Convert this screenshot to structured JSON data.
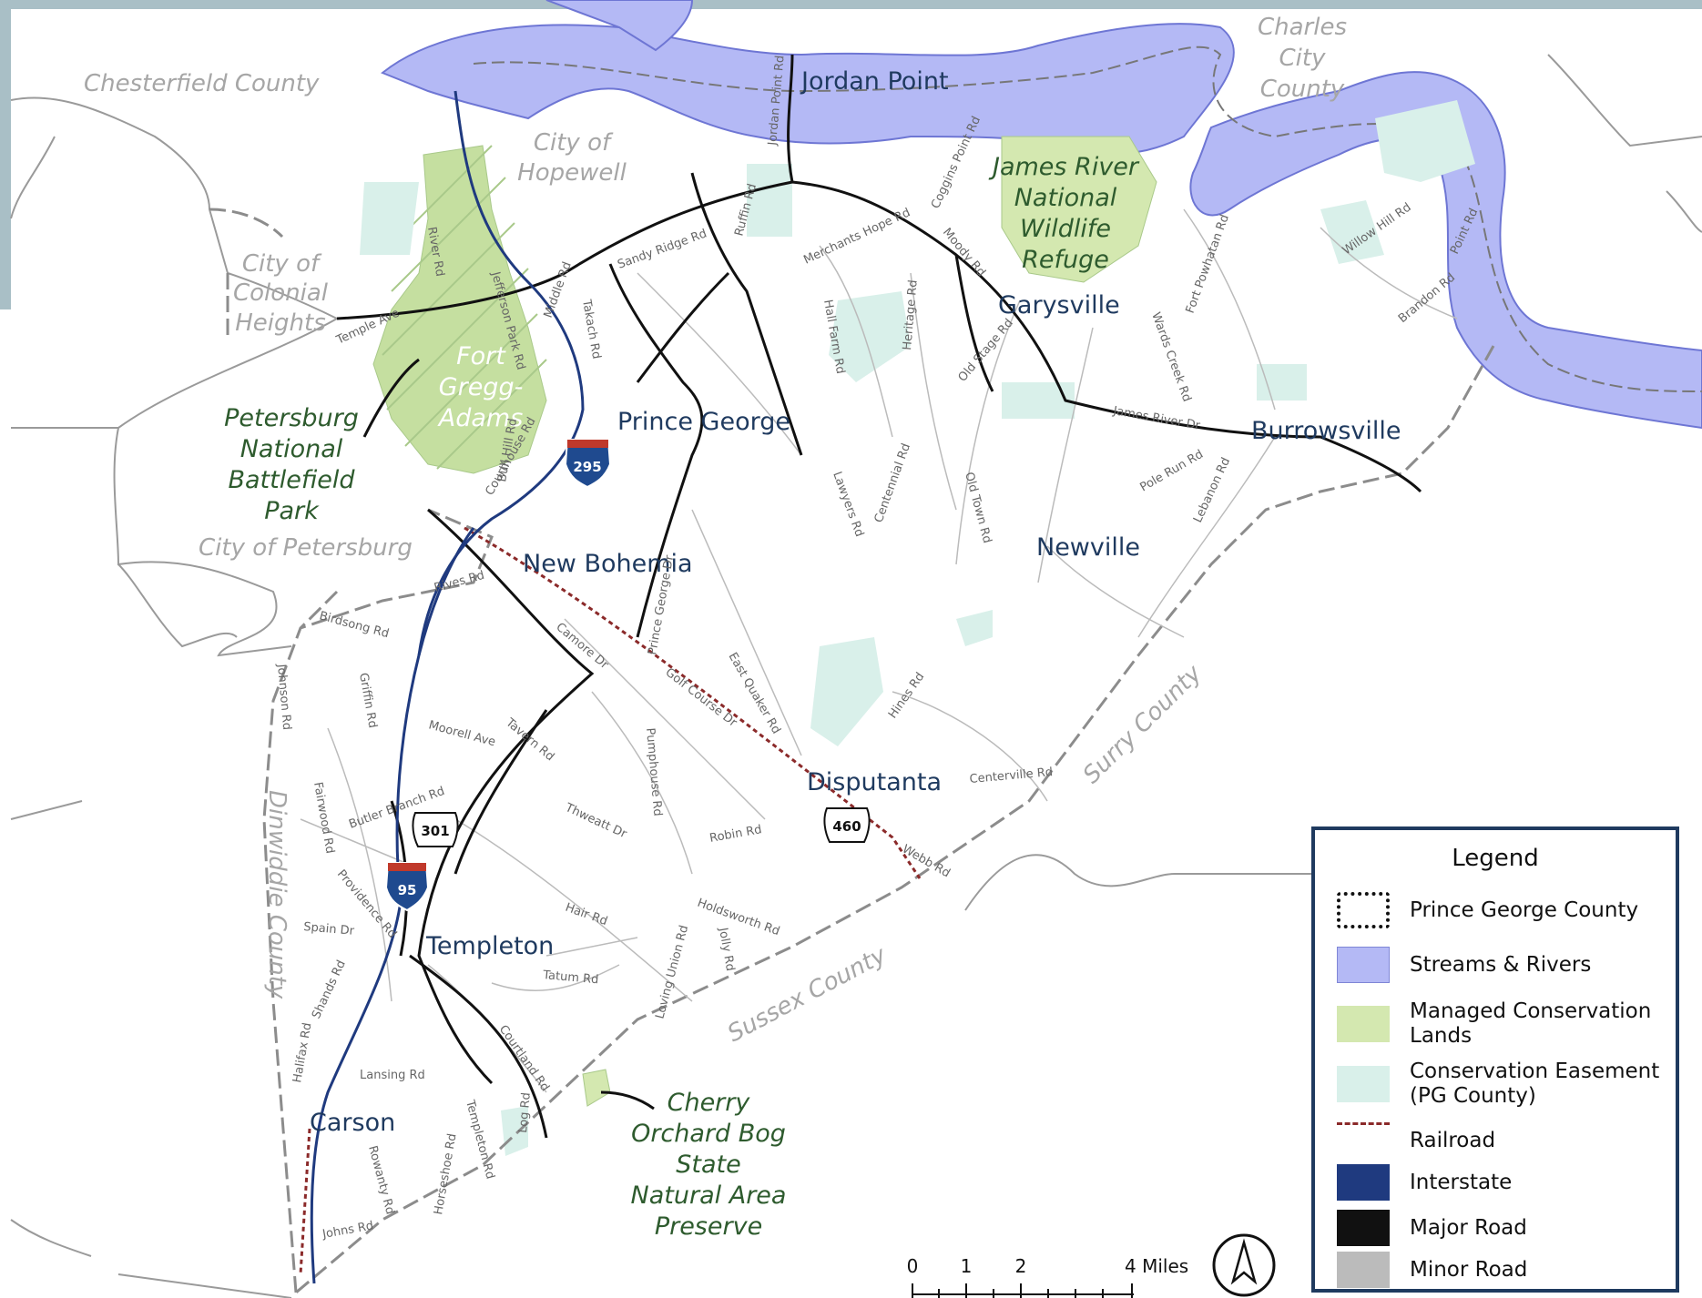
{
  "colors": {
    "water": "#b4b9f5",
    "water_edge": "#6e76d4",
    "managed": "#d4e8b0",
    "easement": "#d9f0ea",
    "county_fill": "#ffffff",
    "railroad": "#8b2a2a",
    "interstate": "#1f3a7f",
    "major_road": "#111111",
    "minor_road": "#bbbbbb",
    "legend_border": "#1f3a5f",
    "gray_band": "#a9bfc6"
  },
  "places": {
    "jordan_point": "Jordan Point",
    "garysville": "Garysville",
    "prince_george": "Prince George",
    "burrowsville": "Burrowsville",
    "new_bohemia": "New Bohemia",
    "newville": "Newville",
    "disputanta": "Disputanta",
    "templeton": "Templeton",
    "carson": "Carson"
  },
  "jurisdictions": {
    "chesterfield": "Chesterfield County",
    "hopewell_1": "City of",
    "hopewell_2": "Hopewell",
    "charles_1": "Charles",
    "charles_2": "City",
    "charles_3": "County",
    "colonial_1": "City of",
    "colonial_2": "Colonial",
    "colonial_3": "Heights",
    "petersburg": "City of Petersburg",
    "surry": "Surry County",
    "sussex": "Sussex County",
    "dinwiddie": "Dinwiddie County"
  },
  "conservation_labels": {
    "james_1": "James River",
    "james_2": "National",
    "james_3": "Wildlife",
    "james_4": "Refuge",
    "fort_1": "Fort",
    "fort_2": "Gregg-",
    "fort_3": "Adams",
    "pnbp_1": "Petersburg",
    "pnbp_2": "National",
    "pnbp_3": "Battlefield",
    "pnbp_4": "Park",
    "cherry_1": "Cherry",
    "cherry_2": "Orchard Bog",
    "cherry_3": "State",
    "cherry_4": "Natural Area",
    "cherry_5": "Preserve"
  },
  "roads": {
    "temple_ave": "Temple Ave",
    "river_rd": "River Rd",
    "jefferson_park": "Jefferson Park Rd",
    "middle_rd": "Middle Rd",
    "takach_rd": "Takach Rd",
    "sandy_ridge": "Sandy Ridge Rd",
    "ruffin_rd": "Ruffin Rd",
    "jordan_point_rd": "Jordan Point Rd",
    "merchants_hope": "Merchants Hope Rd",
    "hall_farm": "Hall Farm Rd",
    "heritage_rd": "Heritage Rd",
    "old_stage": "Old Stage Rd",
    "coggins_point": "Coggins Point Rd",
    "moody_rd": "Moody Rd",
    "fort_powhatan": "Fort Powhatan Rd",
    "wards_creek": "Wards Creek Rd",
    "willow_hill": "Willow Hill Rd",
    "point_rd": "Point Rd",
    "brandon_rd": "Brandon Rd",
    "james_river_dr": "James River Dr",
    "pole_run": "Pole Run Rd",
    "lebanon_rd": "Lebanon Rd",
    "old_town": "Old Town Rd",
    "centennial": "Centennial Rd",
    "lawyers_rd": "Lawyers Rd",
    "courthouse_rd": "Courthouse Rd",
    "bull_hill": "Bull Hill Rd",
    "rives_rd": "Rives Rd",
    "birdsong_rd": "Birdsong Rd",
    "johnson_rd": "Johnson Rd",
    "griffin_rd": "Griffin Rd",
    "moorell_ave": "Moorell Ave",
    "tavern_rd": "Tavern Rd",
    "camore_dr": "Camore Dr",
    "prince_george_dr": "Prince George Dr",
    "east_quaker": "East Quaker Rd",
    "hines_rd": "Hines Rd",
    "golf_course": "Golf Course Dr",
    "pumphouse": "Pumphouse Rd",
    "thweatt_dr": "Thweatt Dr",
    "robin_rd": "Robin Rd",
    "centerville": "Centerville Rd",
    "webb_rd": "Webb Rd",
    "fairwood": "Fairwood Rd",
    "butler_branch": "Butler Branch Rd",
    "providence": "Providence Rd",
    "spain_dr": "Spain Dr",
    "hair_rd": "Hair Rd",
    "holdsworth": "Holdsworth Rd",
    "jolly_rd": "Jolly Rd",
    "loving_union": "Loving Union Rd",
    "tatum_rd": "Tatum Rd",
    "shands_rd": "Shands Rd",
    "halifax_rd": "Halifax Rd",
    "lansing_rd": "Lansing Rd",
    "courtland_rd": "Courtland Rd",
    "log_rd": "Log Rd",
    "templeton_rd": "Templeton Rd",
    "horseshoe": "Horseshoe Rd",
    "rowanty": "Rowanty Rd",
    "johns_rd": "Johns Rd"
  },
  "shields": {
    "i295": "295",
    "i95": "95",
    "us301": "301",
    "us460": "460"
  },
  "scale_bar": {
    "t0": "0",
    "t1": "1",
    "t2": "2",
    "t4": "4 Miles"
  },
  "north_arrow_icon": "north-arrow-icon",
  "legend": {
    "title": "Legend",
    "items": [
      {
        "label": "Prince George County",
        "symbol": "dotted-boundary"
      },
      {
        "label": "Streams & Rivers",
        "symbol": "blue-fill"
      },
      {
        "label": "Managed Conservation Lands",
        "symbol": "green-fill"
      },
      {
        "label": "Conservation Easement (PG County)",
        "symbol": "mint-fill"
      },
      {
        "label": "Railroad",
        "symbol": "dashed-red-line"
      },
      {
        "label": "Interstate",
        "symbol": "blue-line"
      },
      {
        "label": "Major Road",
        "symbol": "black-line"
      },
      {
        "label": "Minor Road",
        "symbol": "gray-line"
      }
    ]
  }
}
